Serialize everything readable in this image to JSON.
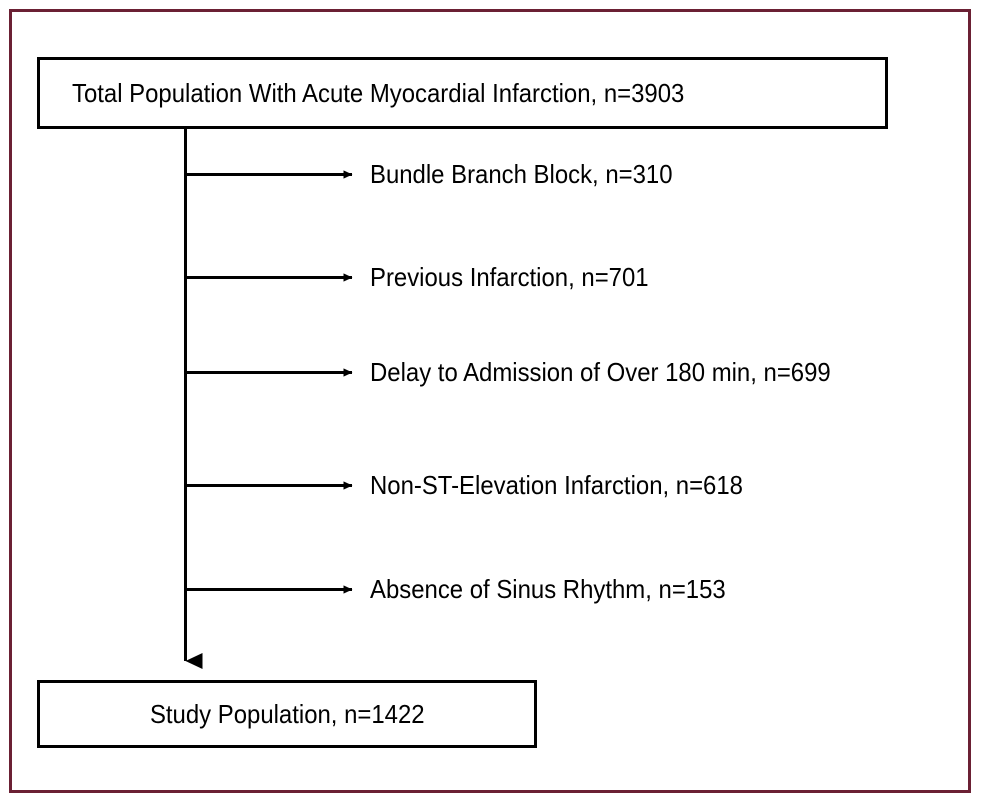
{
  "figure": {
    "type": "study-flow-diagram",
    "frame_color": "#6b2034",
    "line_color": "#000000",
    "background_color": "#ffffff"
  },
  "top_box": {
    "label": "Total Population With Acute Myocardial Infarction, n=3903",
    "population_name": "Total Population With Acute Myocardial Infarction",
    "n": 3903
  },
  "bottom_box": {
    "label": "Study Population, n=1422",
    "population_name": "Study Population",
    "n": 1422
  },
  "exclusions": [
    {
      "label": "Bundle Branch Block, n=310",
      "reason": "Bundle Branch Block",
      "n": 310
    },
    {
      "label": "Previous Infarction, n=701",
      "reason": "Previous Infarction",
      "n": 701
    },
    {
      "label": "Delay to Admission of Over 180 min, n=699",
      "reason": "Delay to Admission of Over 180 min",
      "n": 699
    },
    {
      "label": "Non-ST-Elevation Infarction, n=618",
      "reason": "Non-ST-Elevation Infarction",
      "n": 618
    },
    {
      "label": "Absence of Sinus Rhythm, n=153",
      "reason": "Absence of Sinus Rhythm",
      "n": 153
    }
  ],
  "chart_data": {
    "type": "diagram",
    "title": "",
    "nodes": [
      {
        "id": "total",
        "label": "Total Population With Acute Myocardial Infarction, n=3903",
        "value": 3903
      },
      {
        "id": "excl1",
        "label": "Bundle Branch Block, n=310",
        "value": 310
      },
      {
        "id": "excl2",
        "label": "Previous Infarction, n=701",
        "value": 701
      },
      {
        "id": "excl3",
        "label": "Delay to Admission of Over 180 min, n=699",
        "value": 699
      },
      {
        "id": "excl4",
        "label": "Non-ST-Elevation Infarction, n=618",
        "value": 618
      },
      {
        "id": "excl5",
        "label": "Absence of Sinus Rhythm, n=153",
        "value": 153
      },
      {
        "id": "study",
        "label": "Study Population, n=1422",
        "value": 1422
      }
    ],
    "edges": [
      {
        "from": "total",
        "to": "excl1"
      },
      {
        "from": "total",
        "to": "excl2"
      },
      {
        "from": "total",
        "to": "excl3"
      },
      {
        "from": "total",
        "to": "excl4"
      },
      {
        "from": "total",
        "to": "excl5"
      },
      {
        "from": "total",
        "to": "study"
      }
    ]
  }
}
